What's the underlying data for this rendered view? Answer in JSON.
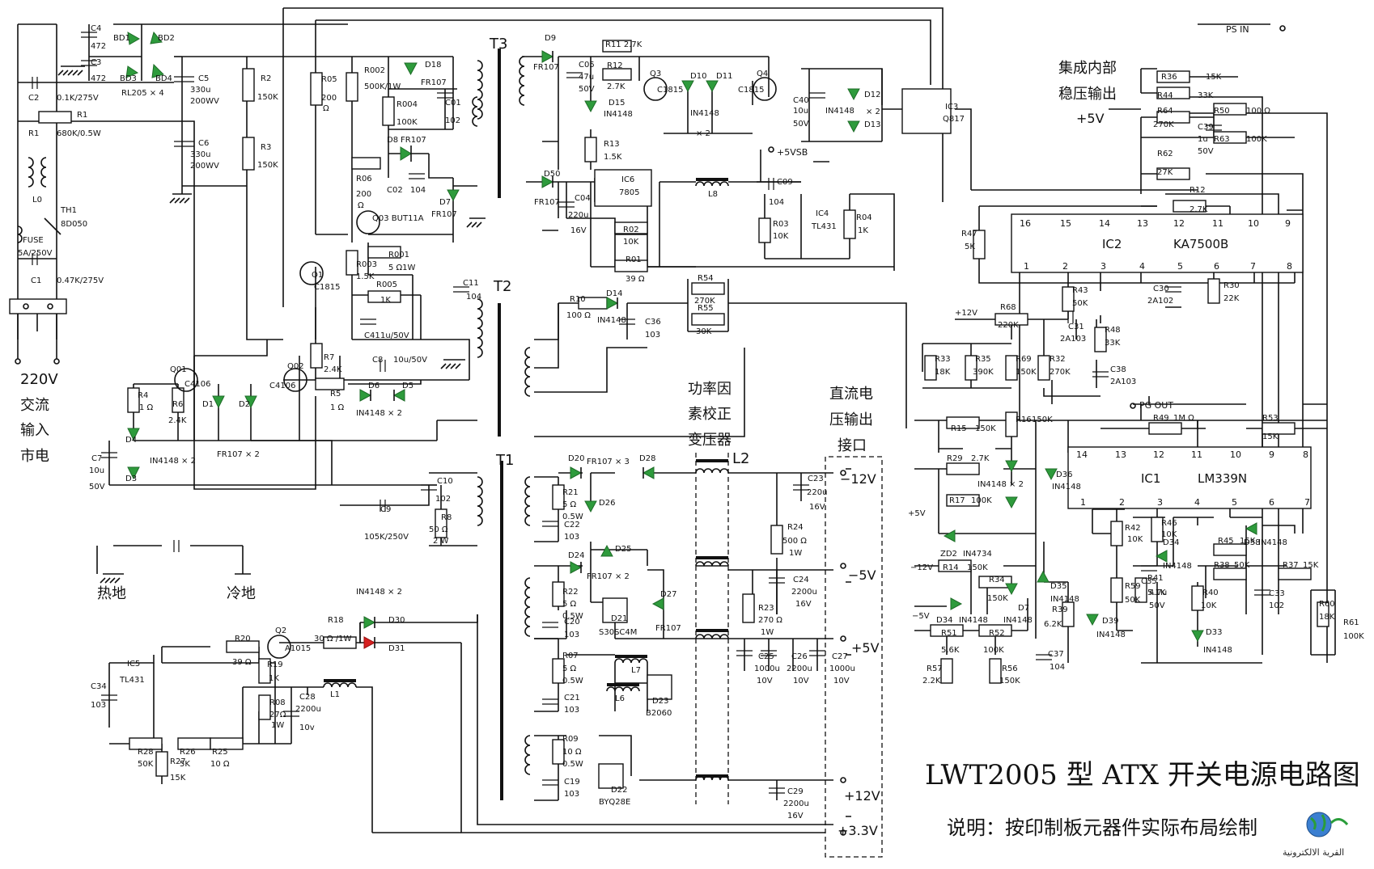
{
  "title": "LWT2005 型 ATX 开关电源电路图",
  "note": "说明：按印制板元器件实际布局绘制",
  "watermark": "القرية الالكترونية",
  "ac_input_label": [
    "220V",
    "交流",
    "输入",
    "市电"
  ],
  "hot_ground": "热地",
  "cold_ground": "冷地",
  "pfc_label": [
    "功率因",
    "素校正",
    "变压器"
  ],
  "dc_label": [
    "直流电",
    "压输出",
    "接口"
  ],
  "internal_reg": [
    "集成内部",
    "稳压输出"
  ],
  "ps_in": "PS  IN",
  "pg_out": "PG  OUT",
  "plus5v_ref": "+5V",
  "plus5vsb": "+5VSB",
  "transformers": {
    "t1": "T1",
    "t2": "T2",
    "t3": "T3",
    "l2": "L2"
  },
  "outputs": {
    "m12": "−12V",
    "m5": "−5V",
    "p5": "+5V",
    "p12": "+12V",
    "p33": "+3.3V"
  },
  "ic2": {
    "name": "IC2",
    "part": "KA7500B",
    "pins_top": [
      "16",
      "15",
      "14",
      "13",
      "12",
      "11",
      "10",
      "9"
    ],
    "pins_bot": [
      "1",
      "2",
      "3",
      "4",
      "5",
      "6",
      "7",
      "8"
    ]
  },
  "ic1": {
    "name": "IC1",
    "part": "LM339N",
    "pins_top": [
      "14",
      "13",
      "12",
      "11",
      "10",
      "9",
      "8"
    ],
    "pins_bot": [
      "1",
      "2",
      "3",
      "4",
      "5",
      "6",
      "7"
    ]
  },
  "labels": [
    {
      "id": "c4",
      "t": "C4"
    },
    {
      "id": "c4v",
      "t": "472"
    },
    {
      "id": "c3",
      "t": "C3"
    },
    {
      "id": "c3v",
      "t": "472"
    },
    {
      "id": "bd1",
      "t": "BD1"
    },
    {
      "id": "bd2",
      "t": "BD2"
    },
    {
      "id": "bd3",
      "t": "BD3"
    },
    {
      "id": "bd4",
      "t": "BD4"
    },
    {
      "id": "rl205",
      "t": "RL205 × 4"
    },
    {
      "id": "c2",
      "t": "C2"
    },
    {
      "id": "c2v",
      "t": "0.1K/275V"
    },
    {
      "id": "r1",
      "t": "R1"
    },
    {
      "id": "r1b",
      "t": "R1"
    },
    {
      "id": "r1v",
      "t": "680K/0.5W"
    },
    {
      "id": "l0",
      "t": "L0"
    },
    {
      "id": "th1",
      "t": "TH1"
    },
    {
      "id": "th1v",
      "t": "8D050"
    },
    {
      "id": "fuse",
      "t": "FUSE"
    },
    {
      "id": "fusev",
      "t": "5A/250V"
    },
    {
      "id": "c1",
      "t": "C1"
    },
    {
      "id": "c1v",
      "t": "0.47K/275V"
    },
    {
      "id": "c5",
      "t": "C5"
    },
    {
      "id": "c5v",
      "t": "330u"
    },
    {
      "id": "c5w",
      "t": "200WV"
    },
    {
      "id": "c6",
      "t": "C6"
    },
    {
      "id": "c6v",
      "t": "330u"
    },
    {
      "id": "c6w",
      "t": "200WV"
    },
    {
      "id": "r2",
      "t": "R2"
    },
    {
      "id": "r2v",
      "t": "150K"
    },
    {
      "id": "r3",
      "t": "R3"
    },
    {
      "id": "r3v",
      "t": "150K"
    },
    {
      "id": "r05",
      "t": "R05"
    },
    {
      "id": "r05v",
      "t": "200"
    },
    {
      "id": "r05o",
      "t": "Ω"
    },
    {
      "id": "r002",
      "t": "R002"
    },
    {
      "id": "r002v",
      "t": "500K/1W"
    },
    {
      "id": "d18",
      "t": "D18"
    },
    {
      "id": "d18v",
      "t": "FR107"
    },
    {
      "id": "r004",
      "t": "R004"
    },
    {
      "id": "r004v",
      "t": "100K"
    },
    {
      "id": "c01",
      "t": "C01"
    },
    {
      "id": "c01v",
      "t": "102"
    },
    {
      "id": "d8",
      "t": "D8"
    },
    {
      "id": "d8v",
      "t": "FR107"
    },
    {
      "id": "r06",
      "t": "R06"
    },
    {
      "id": "r06v",
      "t": "200"
    },
    {
      "id": "r06o",
      "t": "Ω"
    },
    {
      "id": "c02",
      "t": "C02"
    },
    {
      "id": "c02v",
      "t": "104"
    },
    {
      "id": "d7",
      "t": "D7"
    },
    {
      "id": "d7v",
      "t": "FR107"
    },
    {
      "id": "q03",
      "t": "Q03  BUT11A"
    },
    {
      "id": "q1",
      "t": "Q1"
    },
    {
      "id": "q1v",
      "t": "C1815"
    },
    {
      "id": "r003",
      "t": "R003"
    },
    {
      "id": "r003v",
      "t": "1.5K"
    },
    {
      "id": "r001",
      "t": "R001"
    },
    {
      "id": "r001v",
      "t": "5 Ω1W"
    },
    {
      "id": "r005",
      "t": "R005"
    },
    {
      "id": "r005v",
      "t": "1K"
    },
    {
      "id": "c41",
      "t": "C41"
    },
    {
      "id": "c41v",
      "t": "1u/50V"
    },
    {
      "id": "c11",
      "t": "C11"
    },
    {
      "id": "c11v",
      "t": "104"
    },
    {
      "id": "r7",
      "t": "R7"
    },
    {
      "id": "r7v",
      "t": "2.4K"
    },
    {
      "id": "c8",
      "t": "C8"
    },
    {
      "id": "c8v",
      "t": "10u/50V"
    },
    {
      "id": "q01",
      "t": "Q01"
    },
    {
      "id": "q01v",
      "t": "C4106"
    },
    {
      "id": "q02",
      "t": "Q02"
    },
    {
      "id": "q02v",
      "t": "C4106"
    },
    {
      "id": "r4",
      "t": "R4"
    },
    {
      "id": "r4v",
      "t": "1 Ω"
    },
    {
      "id": "r6",
      "t": "R6"
    },
    {
      "id": "r6v",
      "t": "2.4K"
    },
    {
      "id": "d1",
      "t": "D1"
    },
    {
      "id": "d2",
      "t": "D2"
    },
    {
      "id": "r5",
      "t": "R5"
    },
    {
      "id": "r5v",
      "t": "1 Ω"
    },
    {
      "id": "d6",
      "t": "D6"
    },
    {
      "id": "d5",
      "t": "D5"
    },
    {
      "id": "in4148x2a",
      "t": "IN4148 × 2"
    },
    {
      "id": "d4",
      "t": "D4"
    },
    {
      "id": "d3",
      "t": "D3"
    },
    {
      "id": "in4148x2b",
      "t": "IN4148 × 2"
    },
    {
      "id": "fr107x2",
      "t": "FR107  ×  2"
    },
    {
      "id": "c7",
      "t": "C7"
    },
    {
      "id": "c7v",
      "t": "10u"
    },
    {
      "id": "c7w",
      "t": "50V"
    },
    {
      "id": "c10",
      "t": "C10"
    },
    {
      "id": "c10v",
      "t": "102"
    },
    {
      "id": "r8",
      "t": "R8"
    },
    {
      "id": "r8v",
      "t": "50 Ω"
    },
    {
      "id": "r8w",
      "t": "2 W"
    },
    {
      "id": "c9",
      "t": "C9"
    },
    {
      "id": "c9v",
      "t": "105K/250V"
    },
    {
      "id": "d9",
      "t": "D9"
    },
    {
      "id": "d9v",
      "t": "FR107"
    },
    {
      "id": "c05",
      "t": "C05"
    },
    {
      "id": "c05v",
      "t": "47u"
    },
    {
      "id": "c05w",
      "t": "50V"
    },
    {
      "id": "r11",
      "t": "R11  2.7K"
    },
    {
      "id": "r12a",
      "t": "R12"
    },
    {
      "id": "r12av",
      "t": "2.7K"
    },
    {
      "id": "q3",
      "t": "Q3"
    },
    {
      "id": "q3v",
      "t": "C1815"
    },
    {
      "id": "q4",
      "t": "Q4"
    },
    {
      "id": "q4v",
      "t": "C1815"
    },
    {
      "id": "d15",
      "t": "D15"
    },
    {
      "id": "d15v",
      "t": "IN4148"
    },
    {
      "id": "d10",
      "t": "D10"
    },
    {
      "id": "d11",
      "t": "D11"
    },
    {
      "id": "in4148x2c",
      "t": "IN4148"
    },
    {
      "id": "x2c",
      "t": "×  2"
    },
    {
      "id": "c40",
      "t": "C40"
    },
    {
      "id": "c40v",
      "t": "10u"
    },
    {
      "id": "c40w",
      "t": "50V"
    },
    {
      "id": "in4148x2d",
      "t": "IN4148"
    },
    {
      "id": "x2d",
      "t": "× 2"
    },
    {
      "id": "d12",
      "t": "D12"
    },
    {
      "id": "d13",
      "t": "D13"
    },
    {
      "id": "ic3",
      "t": "IC3"
    },
    {
      "id": "q817",
      "t": "Q817"
    },
    {
      "id": "r13",
      "t": "R13"
    },
    {
      "id": "r13v",
      "t": "1.5K"
    },
    {
      "id": "d50",
      "t": "D50"
    },
    {
      "id": "d50v",
      "t": "FR107"
    },
    {
      "id": "c04",
      "t": "C04"
    },
    {
      "id": "c04v",
      "t": "220u"
    },
    {
      "id": "c04w",
      "t": "16V"
    },
    {
      "id": "ic6",
      "t": "IC6"
    },
    {
      "id": "ic6v",
      "t": "7805"
    },
    {
      "id": "l8",
      "t": "L8"
    },
    {
      "id": "c09",
      "t": "C09"
    },
    {
      "id": "c09v",
      "t": "104"
    },
    {
      "id": "ic4",
      "t": "IC4"
    },
    {
      "id": "ic4v",
      "t": "TL431"
    },
    {
      "id": "r03",
      "t": "R03"
    },
    {
      "id": "r03v",
      "t": "10K"
    },
    {
      "id": "r04",
      "t": "R04"
    },
    {
      "id": "r04v",
      "t": "1K"
    },
    {
      "id": "r02",
      "t": "R02"
    },
    {
      "id": "r02v",
      "t": "10K"
    },
    {
      "id": "r01",
      "t": "R01"
    },
    {
      "id": "r01v",
      "t": "39 Ω"
    },
    {
      "id": "r10",
      "t": "R10"
    },
    {
      "id": "r10v",
      "t": "100 Ω"
    },
    {
      "id": "d14",
      "t": "D14"
    },
    {
      "id": "d14v",
      "t": "IN4148"
    },
    {
      "id": "c36",
      "t": "C36"
    },
    {
      "id": "c36v",
      "t": "103"
    },
    {
      "id": "r54",
      "t": "R54"
    },
    {
      "id": "r54v",
      "t": "270K"
    },
    {
      "id": "r55",
      "t": "R55"
    },
    {
      "id": "r55v",
      "t": "30K"
    },
    {
      "id": "r36",
      "t": "R36"
    },
    {
      "id": "r36v",
      "t": "15K"
    },
    {
      "id": "r44",
      "t": "R44"
    },
    {
      "id": "r44v",
      "t": "33K"
    },
    {
      "id": "r64",
      "t": "R64"
    },
    {
      "id": "r64v",
      "t": "270K"
    },
    {
      "id": "c39",
      "t": "C39"
    },
    {
      "id": "c39v",
      "t": "1u"
    },
    {
      "id": "c39w",
      "t": "50V"
    },
    {
      "id": "r50",
      "t": "R50"
    },
    {
      "id": "r50v",
      "t": "100 Ω"
    },
    {
      "id": "r63",
      "t": "R63"
    },
    {
      "id": "r63v",
      "t": "100K"
    },
    {
      "id": "r62",
      "t": "R62"
    },
    {
      "id": "r62v",
      "t": "27K"
    },
    {
      "id": "r12b",
      "t": "R12"
    },
    {
      "id": "r12bv",
      "t": "2.7K"
    },
    {
      "id": "r47",
      "t": "R47"
    },
    {
      "id": "r47v",
      "t": "5K"
    },
    {
      "id": "r43",
      "t": "R43"
    },
    {
      "id": "r43v",
      "t": "50K"
    },
    {
      "id": "c30",
      "t": "C30"
    },
    {
      "id": "c30v",
      "t": "2A102"
    },
    {
      "id": "r30",
      "t": "R30"
    },
    {
      "id": "r30v",
      "t": "22K"
    },
    {
      "id": "p12v",
      "t": "+12V"
    },
    {
      "id": "r68",
      "t": "R68"
    },
    {
      "id": "r68v",
      "t": "220K"
    },
    {
      "id": "c31",
      "t": "C31"
    },
    {
      "id": "c31v",
      "t": "2A103"
    },
    {
      "id": "r48",
      "t": "R48"
    },
    {
      "id": "r48v",
      "t": "33K"
    },
    {
      "id": "r33",
      "t": "R33"
    },
    {
      "id": "r33v",
      "t": "18K"
    },
    {
      "id": "r35",
      "t": "R35"
    },
    {
      "id": "r35v",
      "t": "390K"
    },
    {
      "id": "r69",
      "t": "R69"
    },
    {
      "id": "r69v",
      "t": "150K"
    },
    {
      "id": "r32",
      "t": "R32"
    },
    {
      "id": "r32v",
      "t": "270K"
    },
    {
      "id": "c38",
      "t": "C38"
    },
    {
      "id": "c38v",
      "t": "2A103"
    },
    {
      "id": "r49",
      "t": "R49"
    },
    {
      "id": "r49v",
      "t": "1M Ω"
    },
    {
      "id": "r53",
      "t": "R53"
    },
    {
      "id": "r53v",
      "t": "15K"
    },
    {
      "id": "r15",
      "t": "R15"
    },
    {
      "id": "r15v",
      "t": "150K"
    },
    {
      "id": "r16",
      "t": "R16"
    },
    {
      "id": "r16v",
      "t": "150K"
    },
    {
      "id": "r29",
      "t": "R29"
    },
    {
      "id": "r29v",
      "t": "2.7K"
    },
    {
      "id": "d36",
      "t": "D36"
    },
    {
      "id": "d36v",
      "t": "IN4148"
    },
    {
      "id": "in4148x2e",
      "t": "IN4148 × 2"
    },
    {
      "id": "p5v",
      "t": "+5V"
    },
    {
      "id": "r17",
      "t": "R17"
    },
    {
      "id": "r17v",
      "t": "100K"
    },
    {
      "id": "zd2",
      "t": "ZD2"
    },
    {
      "id": "zd2v",
      "t": "IN4734"
    },
    {
      "id": "m12v",
      "t": "−12V"
    },
    {
      "id": "r14",
      "t": "R14"
    },
    {
      "id": "r14v",
      "t": "150K"
    },
    {
      "id": "r34",
      "t": "R34"
    },
    {
      "id": "r34v",
      "t": "150K"
    },
    {
      "id": "m5v",
      "t": "−5V"
    },
    {
      "id": "d34a",
      "t": "D34"
    },
    {
      "id": "d34av",
      "t": "IN4148"
    },
    {
      "id": "d7b",
      "t": "D7"
    },
    {
      "id": "d7bv",
      "t": "IN4148"
    },
    {
      "id": "r51",
      "t": "R51"
    },
    {
      "id": "r51v",
      "t": "5.6K"
    },
    {
      "id": "r52",
      "t": "R52"
    },
    {
      "id": "r52v",
      "t": "100K"
    },
    {
      "id": "r57",
      "t": "R57"
    },
    {
      "id": "r57v",
      "t": "2.2K"
    },
    {
      "id": "r56",
      "t": "R56"
    },
    {
      "id": "r56v",
      "t": "150K"
    },
    {
      "id": "d35",
      "t": "D35"
    },
    {
      "id": "d35v",
      "t": "IN4148"
    },
    {
      "id": "r39",
      "t": "R39"
    },
    {
      "id": "r39v",
      "t": "6.2K"
    },
    {
      "id": "c37",
      "t": "C37"
    },
    {
      "id": "c37v",
      "t": "104"
    },
    {
      "id": "r59",
      "t": "R59"
    },
    {
      "id": "r59v",
      "t": "50K"
    },
    {
      "id": "d39",
      "t": "D39"
    },
    {
      "id": "d39v",
      "t": "IN4148"
    },
    {
      "id": "r42",
      "t": "R42"
    },
    {
      "id": "r42v",
      "t": "10K"
    },
    {
      "id": "r46",
      "t": "R46"
    },
    {
      "id": "r46v",
      "t": "10K"
    },
    {
      "id": "d34b",
      "t": "D34"
    },
    {
      "id": "d34bv",
      "t": "IN4148"
    },
    {
      "id": "r45",
      "t": "R45"
    },
    {
      "id": "r45v",
      "t": "15K"
    },
    {
      "id": "d38",
      "t": "D38"
    },
    {
      "id": "d38v",
      "t": "IN4148"
    },
    {
      "id": "r38",
      "t": "R38"
    },
    {
      "id": "r38v",
      "t": "50K"
    },
    {
      "id": "r37",
      "t": "R37"
    },
    {
      "id": "r37v",
      "t": "15K"
    },
    {
      "id": "r41",
      "t": "R41"
    },
    {
      "id": "r41v",
      "t": "5.1K"
    },
    {
      "id": "c35",
      "t": "C35"
    },
    {
      "id": "c35v",
      "t": "4.7u"
    },
    {
      "id": "c35w",
      "t": "50V"
    },
    {
      "id": "r40",
      "t": "R40"
    },
    {
      "id": "r40v",
      "t": "10K"
    },
    {
      "id": "c33",
      "t": "C33"
    },
    {
      "id": "c33v",
      "t": "102"
    },
    {
      "id": "d33",
      "t": "D33"
    },
    {
      "id": "d33v",
      "t": "IN4148"
    },
    {
      "id": "r60",
      "t": "R60"
    },
    {
      "id": "r60v",
      "t": "18K"
    },
    {
      "id": "r61",
      "t": "R61"
    },
    {
      "id": "r61v",
      "t": "100K"
    },
    {
      "id": "d20",
      "t": "D20"
    },
    {
      "id": "fr107x3",
      "t": "FR107 × 3"
    },
    {
      "id": "d28",
      "t": "D28"
    },
    {
      "id": "r21",
      "t": "R21"
    },
    {
      "id": "r21v",
      "t": "5 Ω"
    },
    {
      "id": "r21w",
      "t": "0.5W"
    },
    {
      "id": "d26",
      "t": "D26"
    },
    {
      "id": "c22",
      "t": "C22"
    },
    {
      "id": "c22v",
      "t": "103"
    },
    {
      "id": "d24",
      "t": "D24"
    },
    {
      "id": "d25",
      "t": "D25"
    },
    {
      "id": "fr107x2b",
      "t": "FR107 × 2"
    },
    {
      "id": "r22",
      "t": "R22"
    },
    {
      "id": "r22v",
      "t": "5 Ω"
    },
    {
      "id": "r22w",
      "t": "0.5W"
    },
    {
      "id": "c20",
      "t": "C20"
    },
    {
      "id": "c20v",
      "t": "103"
    },
    {
      "id": "d21",
      "t": "D21"
    },
    {
      "id": "d21v",
      "t": "S30SC4M"
    },
    {
      "id": "d27",
      "t": "D27"
    },
    {
      "id": "d27v",
      "t": "FR107"
    },
    {
      "id": "r07",
      "t": "R07"
    },
    {
      "id": "r07v",
      "t": "5 Ω"
    },
    {
      "id": "r07w",
      "t": "0.5W"
    },
    {
      "id": "c21",
      "t": "C21"
    },
    {
      "id": "c21v",
      "t": "103"
    },
    {
      "id": "l7",
      "t": "L7"
    },
    {
      "id": "l6",
      "t": "L6"
    },
    {
      "id": "d23",
      "t": "D23"
    },
    {
      "id": "d23v",
      "t": "B2060"
    },
    {
      "id": "r09",
      "t": "R09"
    },
    {
      "id": "r09v",
      "t": "10 Ω"
    },
    {
      "id": "r09w",
      "t": "0.5W"
    },
    {
      "id": "c19",
      "t": "C19"
    },
    {
      "id": "c19v",
      "t": "103"
    },
    {
      "id": "d22",
      "t": "D22"
    },
    {
      "id": "d22v",
      "t": "BYQ28E"
    },
    {
      "id": "c23",
      "t": "C23"
    },
    {
      "id": "c23v",
      "t": "220u"
    },
    {
      "id": "c23w",
      "t": "16V"
    },
    {
      "id": "r24",
      "t": "R24"
    },
    {
      "id": "r24v",
      "t": "500 Ω"
    },
    {
      "id": "r24w",
      "t": "1W"
    },
    {
      "id": "c24",
      "t": "C24"
    },
    {
      "id": "c24v",
      "t": "2200u"
    },
    {
      "id": "c24w",
      "t": "16V"
    },
    {
      "id": "r23",
      "t": "R23"
    },
    {
      "id": "r23v",
      "t": "270 Ω"
    },
    {
      "id": "r23w",
      "t": "1W"
    },
    {
      "id": "c25",
      "t": "C25"
    },
    {
      "id": "c25v",
      "t": "1000u"
    },
    {
      "id": "c25w",
      "t": "10V"
    },
    {
      "id": "c26",
      "t": "C26"
    },
    {
      "id": "c26v",
      "t": "2200u"
    },
    {
      "id": "c26w",
      "t": "10V"
    },
    {
      "id": "c27",
      "t": "C27"
    },
    {
      "id": "c27v",
      "t": "1000u"
    },
    {
      "id": "c27w",
      "t": "10V"
    },
    {
      "id": "c29",
      "t": "C29"
    },
    {
      "id": "c29v",
      "t": "2200u"
    },
    {
      "id": "c29w",
      "t": "16V"
    },
    {
      "id": "ic5",
      "t": "IC5"
    },
    {
      "id": "ic5v",
      "t": "TL431"
    },
    {
      "id": "c34",
      "t": "C34"
    },
    {
      "id": "c34v",
      "t": "103"
    },
    {
      "id": "r20",
      "t": "R20"
    },
    {
      "id": "r20v",
      "t": "39 Ω"
    },
    {
      "id": "q2",
      "t": "Q2"
    },
    {
      "id": "q2v",
      "t": "A1015"
    },
    {
      "id": "r19",
      "t": "R19"
    },
    {
      "id": "r19v",
      "t": "1K"
    },
    {
      "id": "r18",
      "t": "R18"
    },
    {
      "id": "r18v",
      "t": "30 Ω /1W"
    },
    {
      "id": "in4148x2f",
      "t": "IN4148 × 2"
    },
    {
      "id": "d30",
      "t": "D30"
    },
    {
      "id": "d31",
      "t": "D31"
    },
    {
      "id": "r08",
      "t": "R08"
    },
    {
      "id": "r08v",
      "t": "27Ω"
    },
    {
      "id": "r08w",
      "t": "1W"
    },
    {
      "id": "c28",
      "t": "C28"
    },
    {
      "id": "c28v",
      "t": "2200u"
    },
    {
      "id": "c28w",
      "t": "10v"
    },
    {
      "id": "l1",
      "t": "L1"
    },
    {
      "id": "r28",
      "t": "R28"
    },
    {
      "id": "r28v",
      "t": "50K"
    },
    {
      "id": "r26",
      "t": "R26"
    },
    {
      "id": "r26v",
      "t": "5K"
    },
    {
      "id": "r25",
      "t": "R25"
    },
    {
      "id": "r25v",
      "t": "10 Ω"
    },
    {
      "id": "r27",
      "t": "R27"
    },
    {
      "id": "r27v",
      "t": "15K"
    }
  ]
}
